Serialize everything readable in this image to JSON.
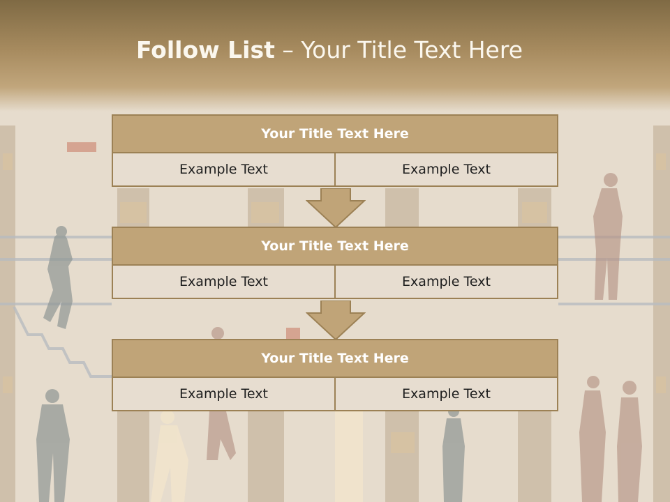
{
  "title": {
    "main": "Follow List",
    "sub": "– Your Title Text Here"
  },
  "blocks": [
    {
      "heading": "Your Title Text Here",
      "left": "Example Text",
      "right": "Example Text"
    },
    {
      "heading": "Your Title Text Here",
      "left": "Example Text",
      "right": "Example Text"
    },
    {
      "heading": "Your Title Text Here",
      "left": "Example Text",
      "right": "Example Text"
    }
  ],
  "colors": {
    "header_fill": "#c0a478",
    "border": "#9c8155",
    "cell_fill": "#e7ddd0",
    "title_band": "#a78b5f",
    "background": "#e6dccd"
  }
}
